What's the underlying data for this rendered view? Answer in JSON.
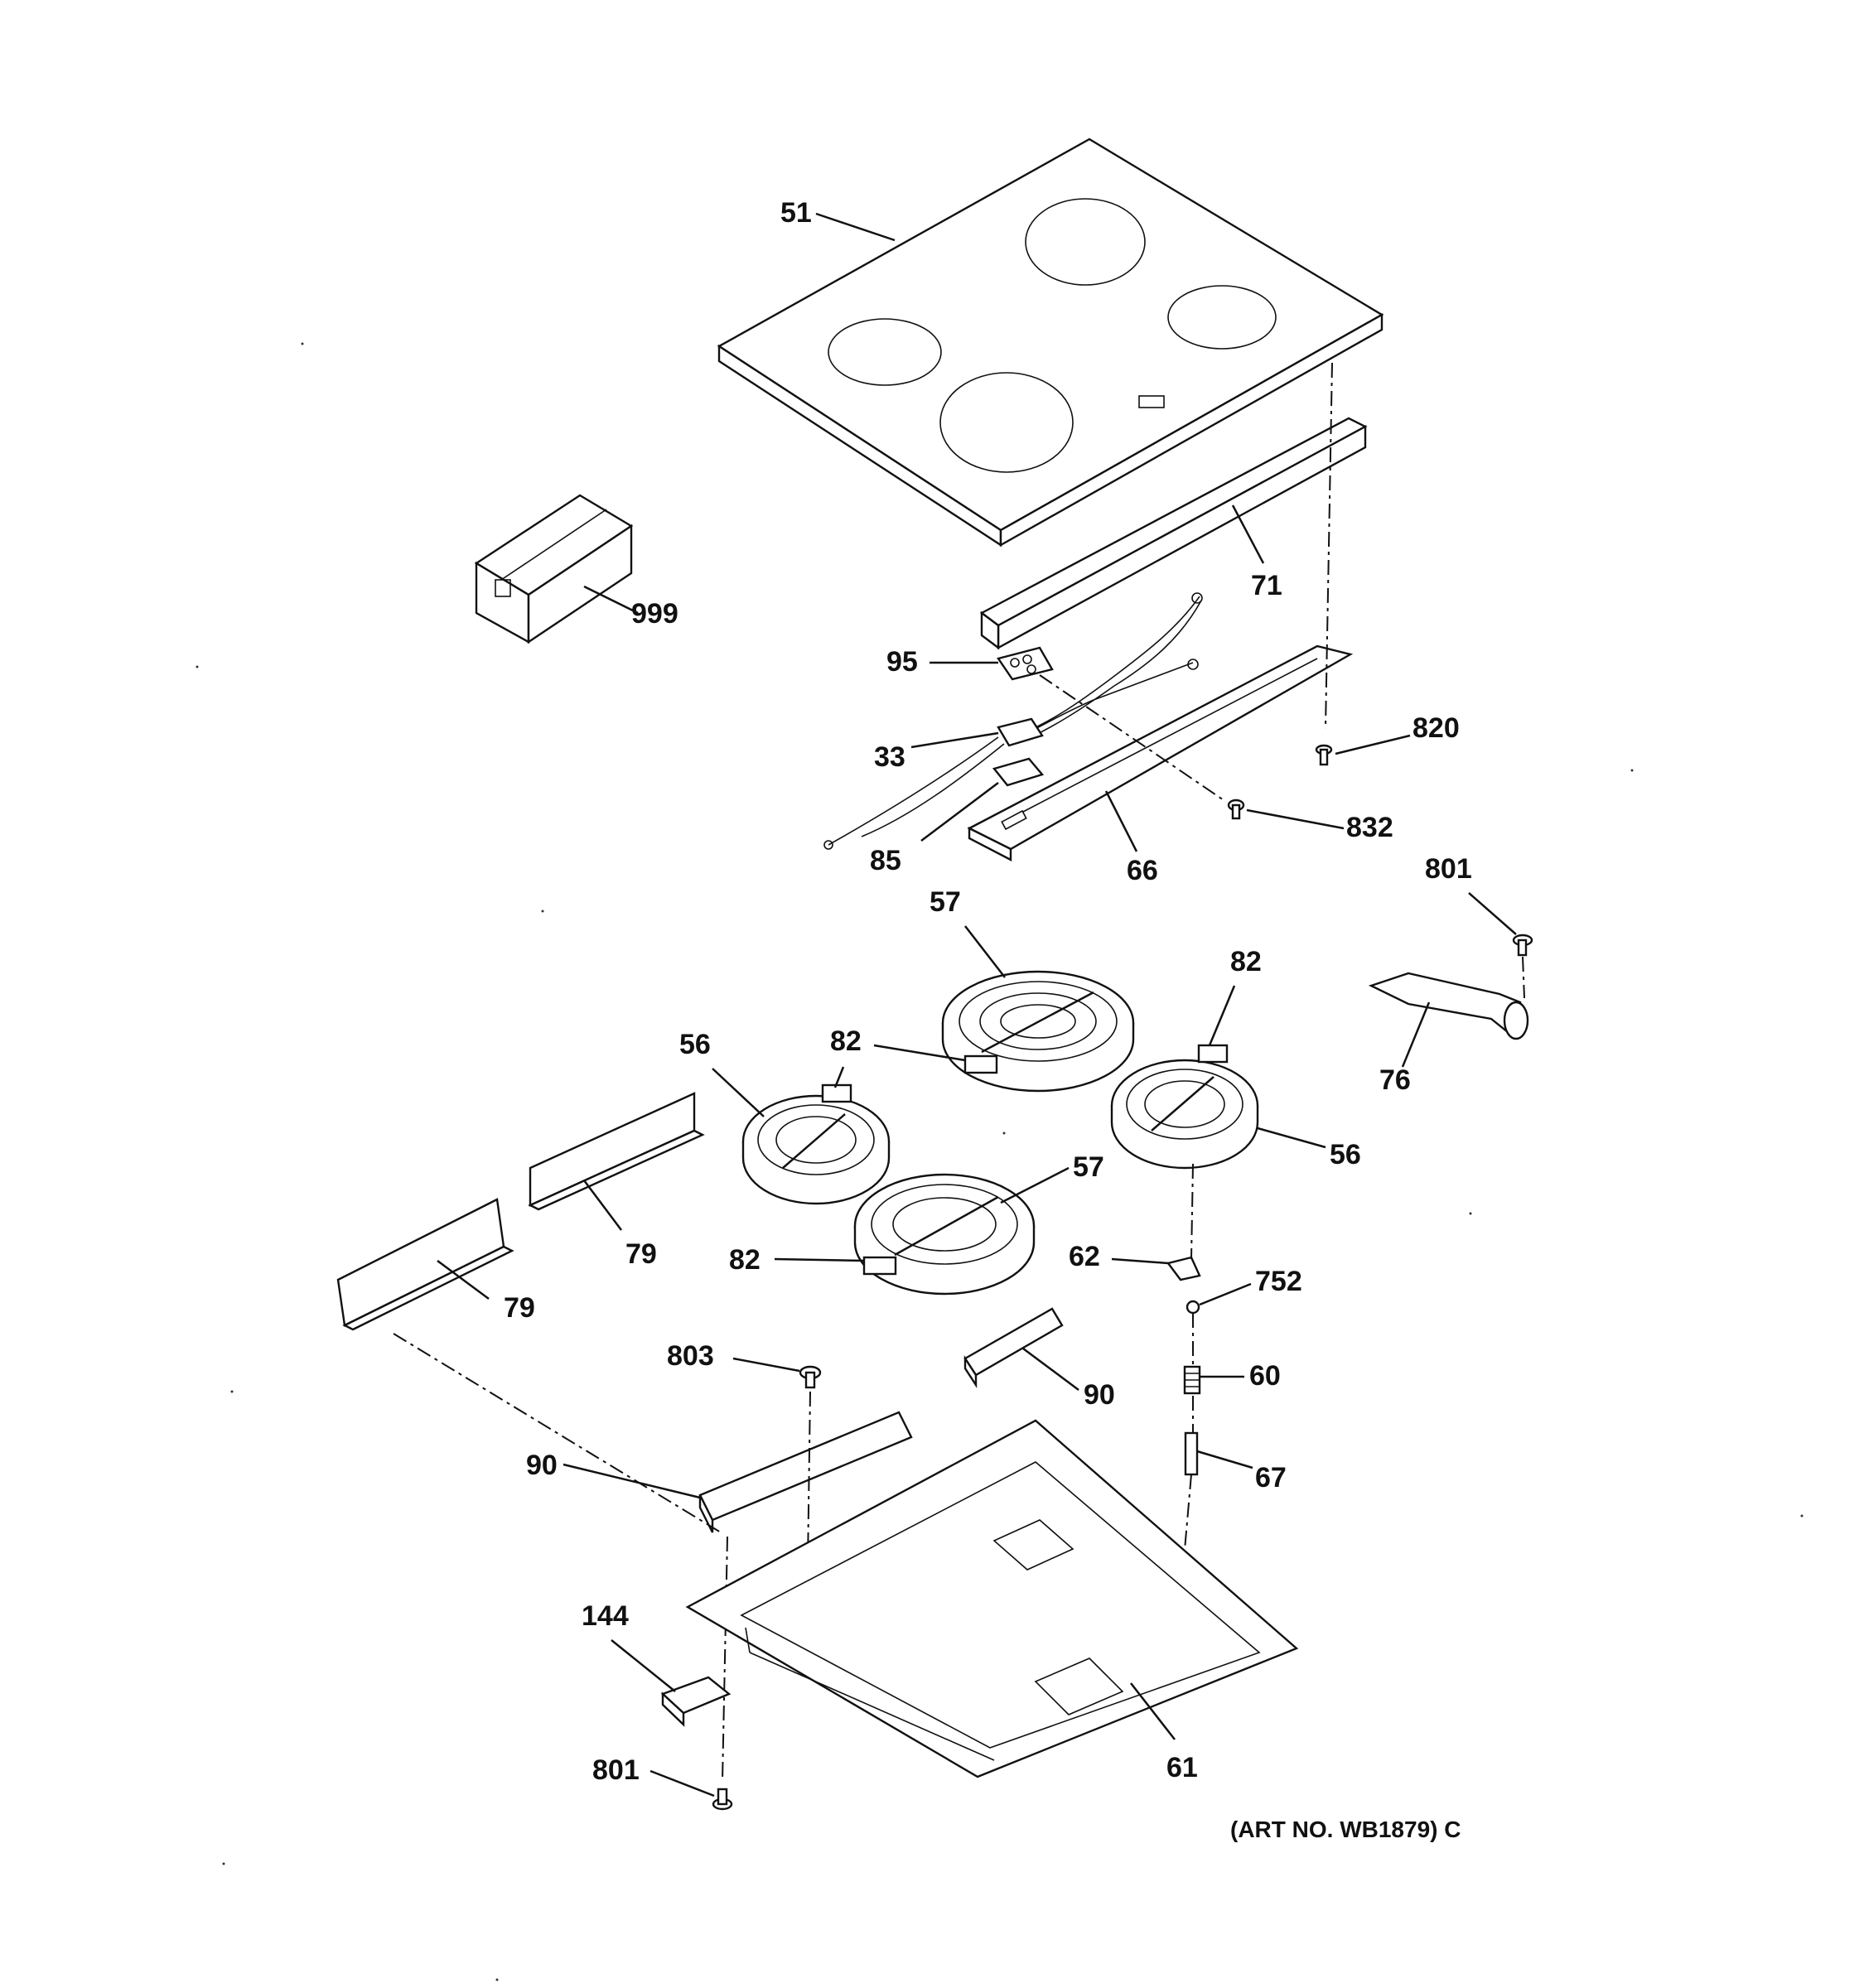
{
  "diagram": {
    "art_number": "(ART NO. WB1879) C",
    "callouts": [
      {
        "id": "c51",
        "text": "51"
      },
      {
        "id": "c71",
        "text": "71"
      },
      {
        "id": "c999",
        "text": "999"
      },
      {
        "id": "c95",
        "text": "95"
      },
      {
        "id": "c33",
        "text": "33"
      },
      {
        "id": "c820",
        "text": "820"
      },
      {
        "id": "c832",
        "text": "832"
      },
      {
        "id": "c85",
        "text": "85"
      },
      {
        "id": "c66",
        "text": "66"
      },
      {
        "id": "c801a",
        "text": "801"
      },
      {
        "id": "c57a",
        "text": "57"
      },
      {
        "id": "c82a",
        "text": "82"
      },
      {
        "id": "c82b",
        "text": "82"
      },
      {
        "id": "c76",
        "text": "76"
      },
      {
        "id": "c56a",
        "text": "56"
      },
      {
        "id": "c56b",
        "text": "56"
      },
      {
        "id": "c57b",
        "text": "57"
      },
      {
        "id": "c79a",
        "text": "79"
      },
      {
        "id": "c79b",
        "text": "79"
      },
      {
        "id": "c82c",
        "text": "82"
      },
      {
        "id": "c62",
        "text": "62"
      },
      {
        "id": "c752",
        "text": "752"
      },
      {
        "id": "c803",
        "text": "803"
      },
      {
        "id": "c60",
        "text": "60"
      },
      {
        "id": "c90a",
        "text": "90"
      },
      {
        "id": "c90b",
        "text": "90"
      },
      {
        "id": "c67",
        "text": "67"
      },
      {
        "id": "c144",
        "text": "144"
      },
      {
        "id": "c801b",
        "text": "801"
      },
      {
        "id": "c61",
        "text": "61"
      }
    ]
  }
}
